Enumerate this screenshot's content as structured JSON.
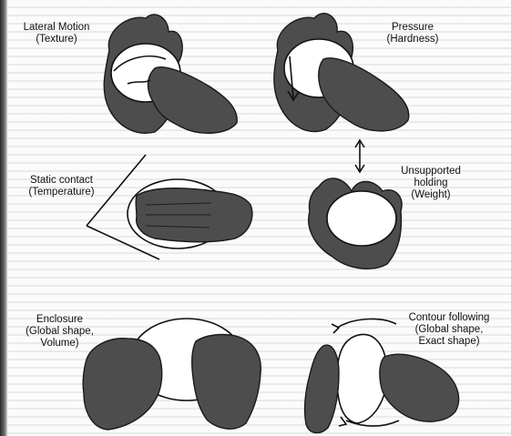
{
  "panels": [
    {
      "id": "lateral-motion",
      "lines": [
        "Lateral Motion",
        "(Texture)"
      ]
    },
    {
      "id": "pressure",
      "lines": [
        "Pressure",
        "(Hardness)"
      ]
    },
    {
      "id": "static-contact",
      "lines": [
        "Static contact",
        "(Temperature)"
      ]
    },
    {
      "id": "unsupported-holding",
      "lines": [
        "Unsupported",
        "holding",
        "(Weight)"
      ]
    },
    {
      "id": "enclosure",
      "lines": [
        "Enclosure",
        "(Global shape,",
        "Volume)"
      ]
    },
    {
      "id": "contour-following",
      "lines": [
        "Contour following",
        "(Global shape,",
        "Exact shape)"
      ]
    }
  ]
}
